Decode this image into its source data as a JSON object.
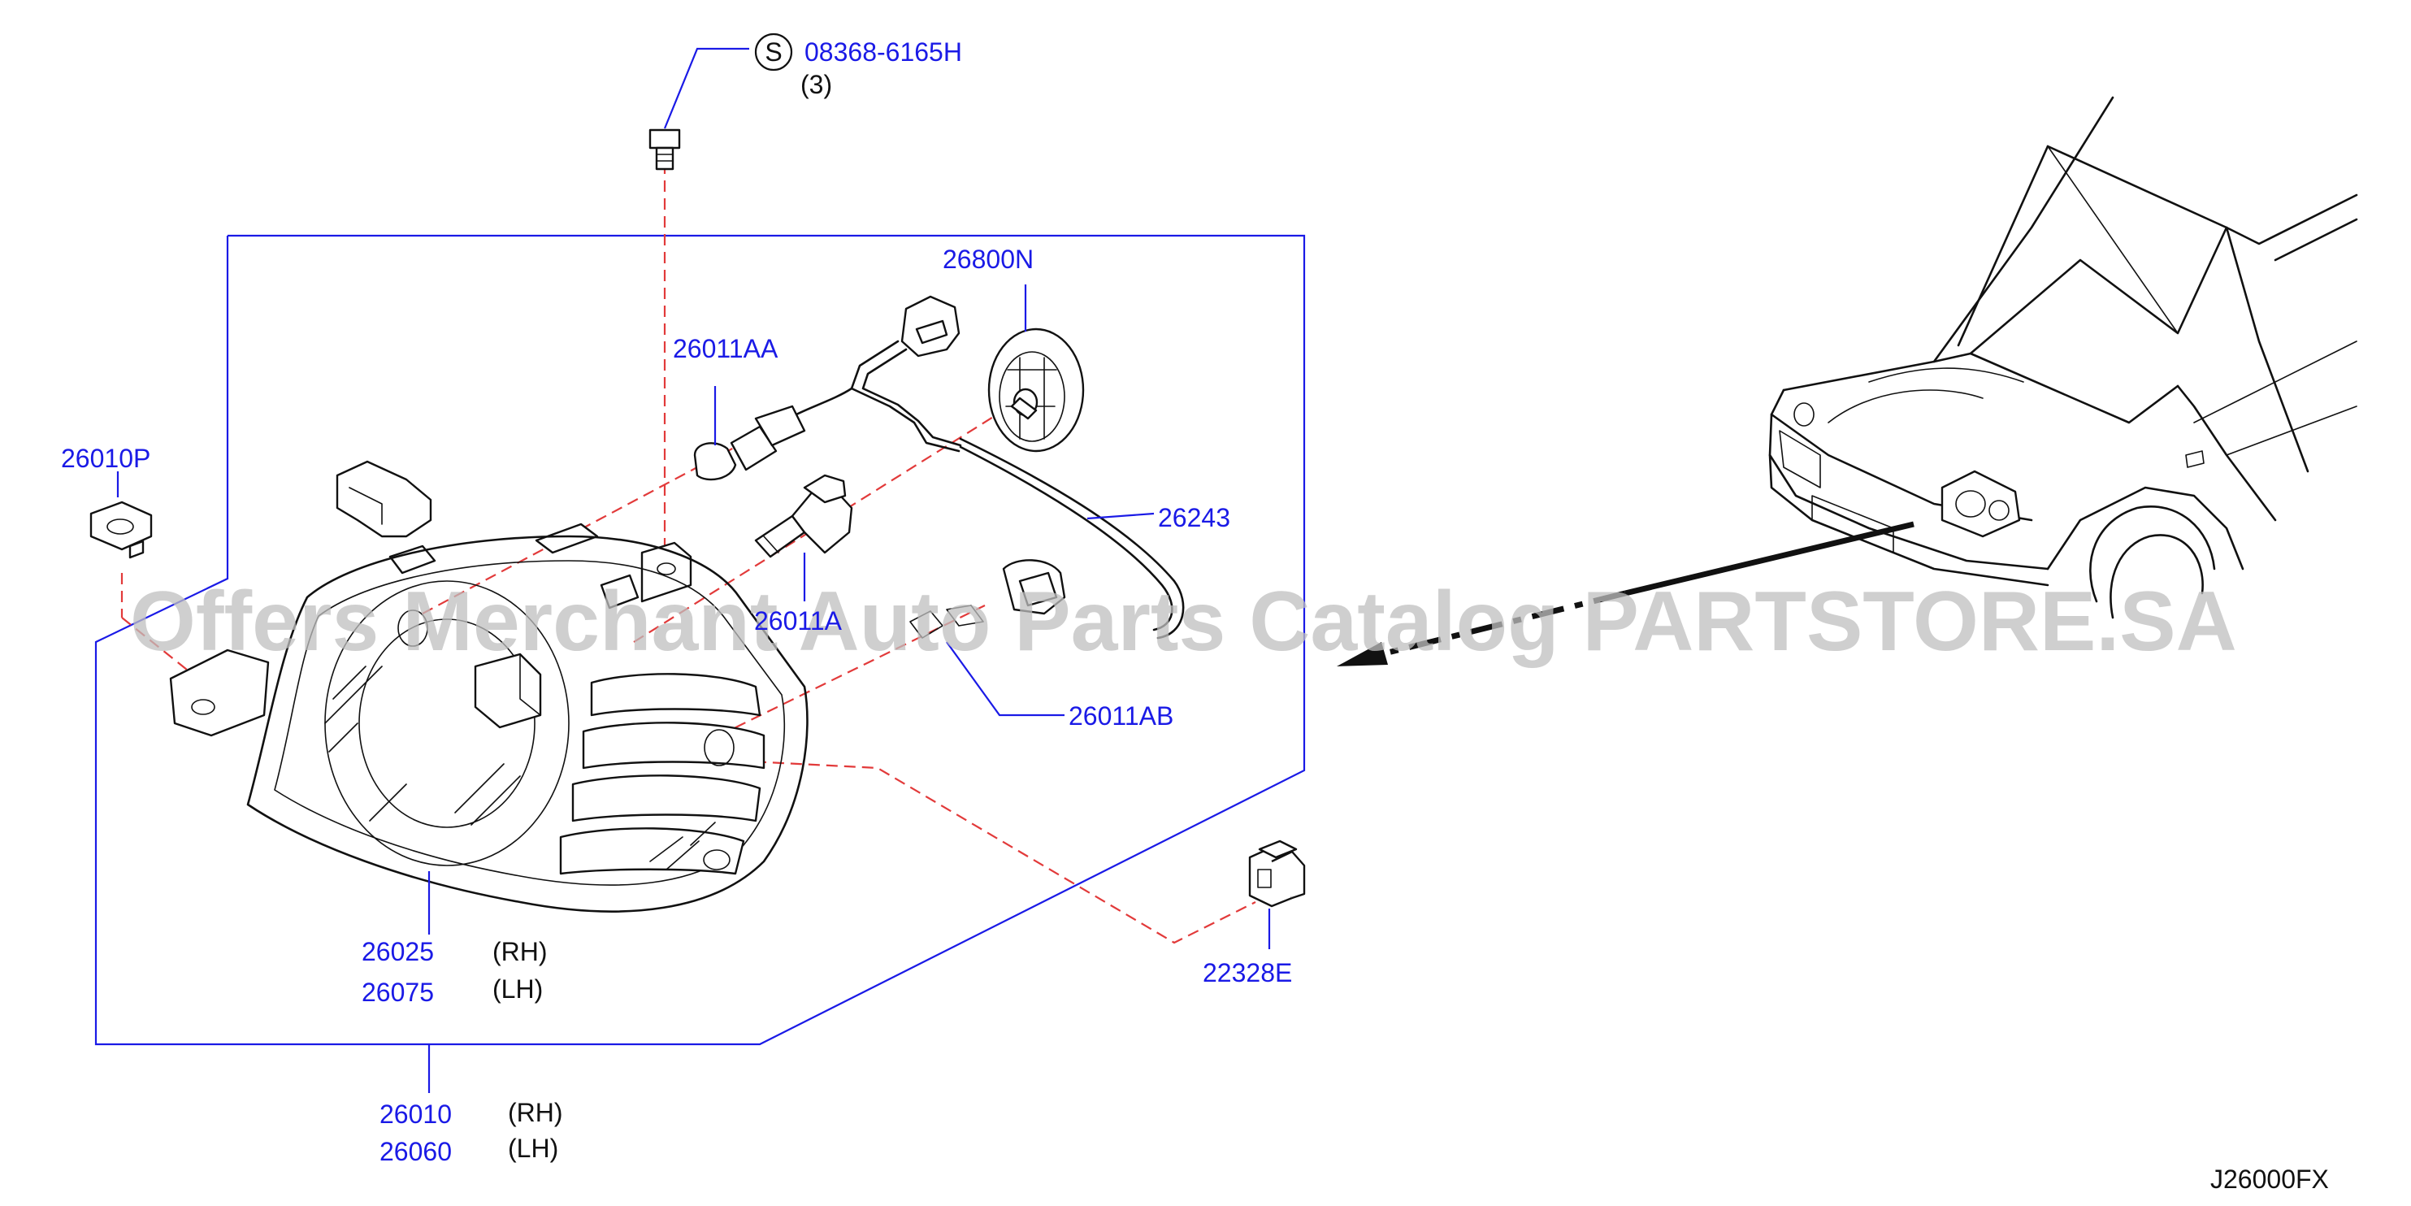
{
  "labels": {
    "bolt_part": "08368-6165H",
    "bolt_qty": "(3)",
    "bolt_symbol": "S",
    "connector_part": "26800N",
    "bulb_small_part": "26011AA",
    "clip_part": "26010P",
    "harness_part": "26243",
    "bulb_main_part": "26011A",
    "bulb_side_part": "26011AB",
    "lens_rh_part": "26025",
    "lens_rh_side": "(RH)",
    "lens_lh_part": "26075",
    "lens_lh_side": "(LH)",
    "relay_part": "22328E",
    "assy_rh_part": "26010",
    "assy_rh_side": "(RH)",
    "assy_lh_part": "26060",
    "assy_lh_side": "(LH)",
    "diagram_code": "J26000FX"
  },
  "watermark": "Offers Merchant Auto Parts Catalog PARTSTORE.SA",
  "colors": {
    "part_number": "#1a1ae6",
    "leader_line": "#1a1ae6",
    "dashed_line": "#e23a3a",
    "ink": "#111111",
    "watermark": "#bfbfbf"
  }
}
